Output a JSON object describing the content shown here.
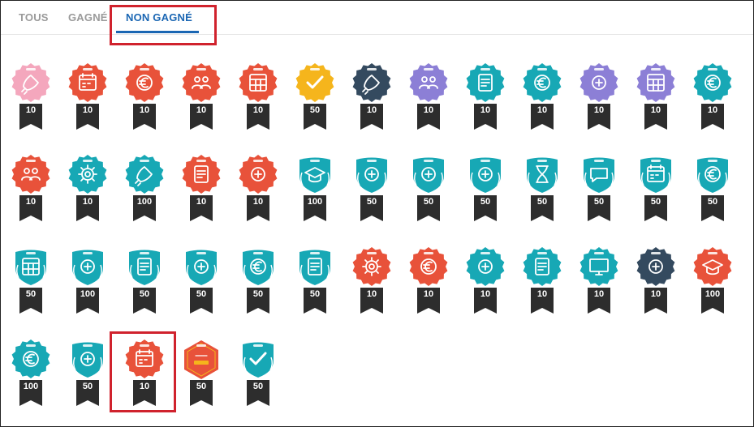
{
  "tabs": [
    {
      "label": "TOUS",
      "active": false
    },
    {
      "label": "GAGNÉ",
      "active": false
    },
    {
      "label": "NON GAGNÉ",
      "active": true
    }
  ],
  "colors": {
    "accent_blue": "#1a66b3",
    "highlight_red": "#d0222d",
    "ribbon": "#2d2d2d",
    "pink": "#f4a7bd",
    "red": "#e8523a",
    "yellow": "#f5b51c",
    "navy": "#344a5f",
    "purple": "#8c7fd6",
    "teal": "#17a8b5"
  },
  "badges": [
    {
      "points": "10",
      "color": "pink",
      "shape": "rosette",
      "icon": "rocket-icon"
    },
    {
      "points": "10",
      "color": "red",
      "shape": "rosette",
      "icon": "calendar-icon"
    },
    {
      "points": "10",
      "color": "red",
      "shape": "rosette",
      "icon": "id-card-euro-icon"
    },
    {
      "points": "10",
      "color": "red",
      "shape": "rosette",
      "icon": "presenter-icon"
    },
    {
      "points": "10",
      "color": "red",
      "shape": "rosette",
      "icon": "table-grid-icon"
    },
    {
      "points": "50",
      "color": "yellow",
      "shape": "rosette",
      "icon": "checklist-icon"
    },
    {
      "points": "10",
      "color": "navy",
      "shape": "rosette",
      "icon": "rocket-icon"
    },
    {
      "points": "10",
      "color": "purple",
      "shape": "rosette",
      "icon": "team-icon"
    },
    {
      "points": "10",
      "color": "teal",
      "shape": "rosette",
      "icon": "folder-icon"
    },
    {
      "points": "10",
      "color": "teal",
      "shape": "rosette",
      "icon": "piggy-bank-icon"
    },
    {
      "points": "10",
      "color": "purple",
      "shape": "rosette",
      "icon": "sliders-icon"
    },
    {
      "points": "10",
      "color": "purple",
      "shape": "rosette",
      "icon": "browser-grid-icon"
    },
    {
      "points": "10",
      "color": "teal",
      "shape": "rosette",
      "icon": "piggy-bank-icon"
    },
    {
      "points": "10",
      "color": "red",
      "shape": "rosette",
      "icon": "community-hands-icon"
    },
    {
      "points": "10",
      "color": "teal",
      "shape": "rosette",
      "icon": "gear-icon"
    },
    {
      "points": "100",
      "color": "teal",
      "shape": "rosette",
      "icon": "rocket-icon"
    },
    {
      "points": "10",
      "color": "red",
      "shape": "rosette",
      "icon": "clipboard-stethoscope-icon"
    },
    {
      "points": "10",
      "color": "red",
      "shape": "rosette",
      "icon": "handshake-icon"
    },
    {
      "points": "100",
      "color": "teal",
      "shape": "shield",
      "icon": "graduation-cap-icon"
    },
    {
      "points": "50",
      "color": "teal",
      "shape": "shield",
      "icon": "gift-icon"
    },
    {
      "points": "50",
      "color": "teal",
      "shape": "shield",
      "icon": "tools-icon"
    },
    {
      "points": "50",
      "color": "teal",
      "shape": "shield",
      "icon": "cart-icon"
    },
    {
      "points": "50",
      "color": "teal",
      "shape": "shield",
      "icon": "hourglass-icon"
    },
    {
      "points": "50",
      "color": "teal",
      "shape": "shield",
      "icon": "chat-bubble-icon"
    },
    {
      "points": "50",
      "color": "teal",
      "shape": "shield",
      "icon": "calendar-icon"
    },
    {
      "points": "50",
      "color": "teal",
      "shape": "shield",
      "icon": "hand-coin-icon"
    },
    {
      "points": "50",
      "color": "teal",
      "shape": "shield",
      "icon": "calculator-icon"
    },
    {
      "points": "100",
      "color": "teal",
      "shape": "shield",
      "icon": "chart-circle-icon"
    },
    {
      "points": "50",
      "color": "teal",
      "shape": "shield",
      "icon": "document-icon"
    },
    {
      "points": "50",
      "color": "teal",
      "shape": "shield",
      "icon": "bank-icon"
    },
    {
      "points": "50",
      "color": "teal",
      "shape": "shield",
      "icon": "euro-cycle-icon"
    },
    {
      "points": "50",
      "color": "teal",
      "shape": "shield",
      "icon": "folder-icon"
    },
    {
      "points": "10",
      "color": "red",
      "shape": "rosette",
      "icon": "gear-icon"
    },
    {
      "points": "10",
      "color": "red",
      "shape": "rosette",
      "icon": "magnifier-euro-icon"
    },
    {
      "points": "10",
      "color": "teal",
      "shape": "rosette",
      "icon": "hand-share-icon"
    },
    {
      "points": "10",
      "color": "teal",
      "shape": "rosette",
      "icon": "documents-icon"
    },
    {
      "points": "10",
      "color": "teal",
      "shape": "rosette",
      "icon": "monitor-icon"
    },
    {
      "points": "10",
      "color": "navy",
      "shape": "rosette",
      "icon": "heart-handshake-icon"
    },
    {
      "points": "100",
      "color": "red",
      "shape": "rosette",
      "icon": "graduation-cap-icon"
    },
    {
      "points": "100",
      "color": "teal",
      "shape": "rosette",
      "icon": "euro-cycle-icon"
    },
    {
      "points": "50",
      "color": "teal",
      "shape": "shield",
      "icon": "chef-hat-icon"
    },
    {
      "points": "10",
      "color": "red",
      "shape": "rosette",
      "icon": "calendar-clock-icon"
    },
    {
      "points": "50",
      "color": "red",
      "shape": "hexagon",
      "icon": "hexagon-badge-icon"
    },
    {
      "points": "50",
      "color": "teal",
      "shape": "shield",
      "icon": "checkmark-icon"
    }
  ]
}
